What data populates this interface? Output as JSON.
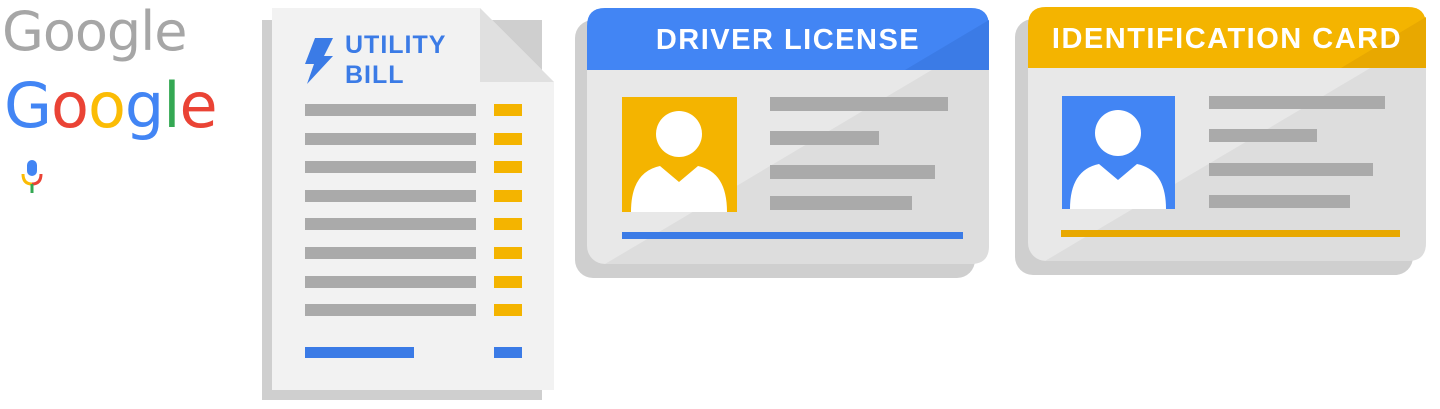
{
  "logos": {
    "gray_wordmark": "Google",
    "color_wordmark": "Google",
    "letter_colors": [
      "#4285f4",
      "#ea4335",
      "#fbbc05",
      "#4285f4",
      "#34a853",
      "#ea4335"
    ]
  },
  "utility_bill": {
    "title_line1": "UTILITY",
    "title_line2": "BILL",
    "icon": "lightning-bolt-icon"
  },
  "driver_license": {
    "title": "DRIVER LICENSE",
    "icon": "person-avatar-icon"
  },
  "identification_card": {
    "title": "IDENTIFICATION CARD",
    "icon": "person-avatar-icon"
  },
  "colors": {
    "blue": "#4285f4",
    "yellow": "#f4b400",
    "yellow_dark": "#e8a800",
    "gray_bar": "#aaaaaa",
    "card_body": "#e8e8e8",
    "shadow": "#cfcfcf"
  }
}
